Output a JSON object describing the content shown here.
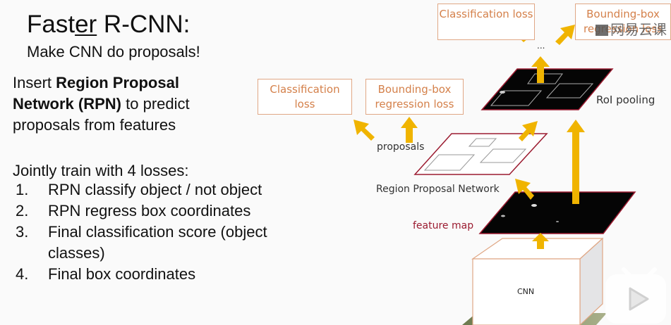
{
  "slide": {
    "title_prefix": "Fast",
    "title_underlined": "er",
    "title_suffix": " R-CNN:",
    "subtitle": "Make CNN do proposals!",
    "insert_text": {
      "pre": "Insert ",
      "bold": "Region Proposal Network (RPN)",
      "post": " to predict proposals from features"
    },
    "joint_heading": "Jointly train with 4 losses:",
    "losses": [
      {
        "num": "1.",
        "text": "RPN classify object / not object"
      },
      {
        "num": "2.",
        "text": "RPN regress box coordinates"
      },
      {
        "num": "3.",
        "text": "Final classification score (object classes)"
      },
      {
        "num": "4.",
        "text": "Final box coordinates"
      }
    ]
  },
  "diagram": {
    "top_cls_loss": "Classification loss",
    "top_bbox_loss": "Bounding-box regression loss",
    "ellipsis": "...",
    "rpn_cls_loss": "Classification loss",
    "rpn_bbox_loss": "Bounding-box regression loss",
    "roi_pooling": "RoI pooling",
    "proposals": "proposals",
    "rpn": "Region Proposal Network",
    "feature_map": "feature map",
    "cnn": "CNN",
    "arrow_color": "#f0b400",
    "box_border_color": "#e0a785",
    "box_text_color": "#d4804a",
    "plane_border_color": "#9b1b30"
  },
  "overlay": {
    "watermark_text": "网易云课",
    "play_icon": "bilibili-play-icon"
  }
}
